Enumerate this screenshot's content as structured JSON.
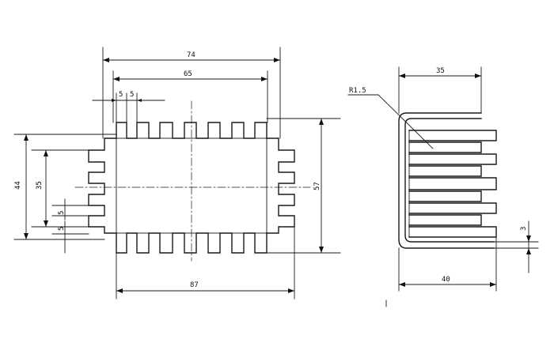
{
  "front_view": {
    "overall_width": "74",
    "inner_width": "65",
    "fin_pitch_left": "5",
    "fin_pitch_right": "5",
    "overall_height_left": "44",
    "inner_height_left": "35",
    "slot_left_upper": "5",
    "slot_left_lower": "5",
    "overall_height_right": "57",
    "base_length": "87"
  },
  "side_view": {
    "top_width": "35",
    "bottom_width": "40",
    "bend_radius": "R1.5",
    "thickness": "3"
  },
  "colors": {
    "line": "#1a1a1a",
    "background": "#ffffff"
  }
}
